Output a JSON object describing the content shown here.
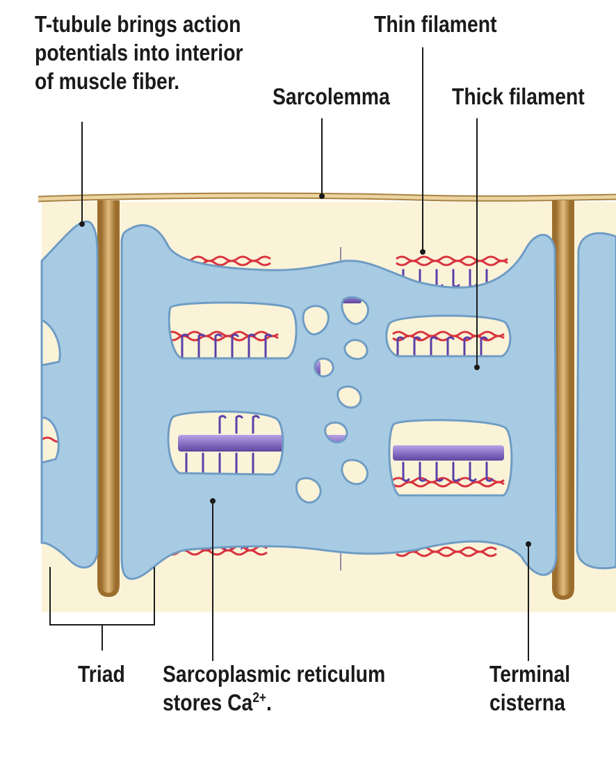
{
  "labels": {
    "t_tubule": [
      "T-tubule brings action",
      "potentials into interior",
      "of muscle fiber."
    ],
    "thin_filament": "Thin filament",
    "sarcolemma": "Sarcolemma",
    "thick_filament": "Thick filament",
    "triad": "Triad",
    "sarcoplasmic_reticulum": {
      "line1": "Sarcoplasmic reticulum",
      "line2_prefix": "stores Ca",
      "line2_sup": "2+",
      "line2_suffix": "."
    },
    "terminal_cisterna": [
      "Terminal",
      "cisterna"
    ]
  },
  "colors": {
    "cytoplasm": "#fbf3d8",
    "sarcolemma": "#e7c98e",
    "t_tubule": "#c89a56",
    "reticulum": "#a8cbe4",
    "reticulum_edge": "#6f9cc4",
    "thick_filament": "#8a72c4",
    "thin_filament": "#d8343f",
    "myosin_head": "#5a3fa8"
  }
}
